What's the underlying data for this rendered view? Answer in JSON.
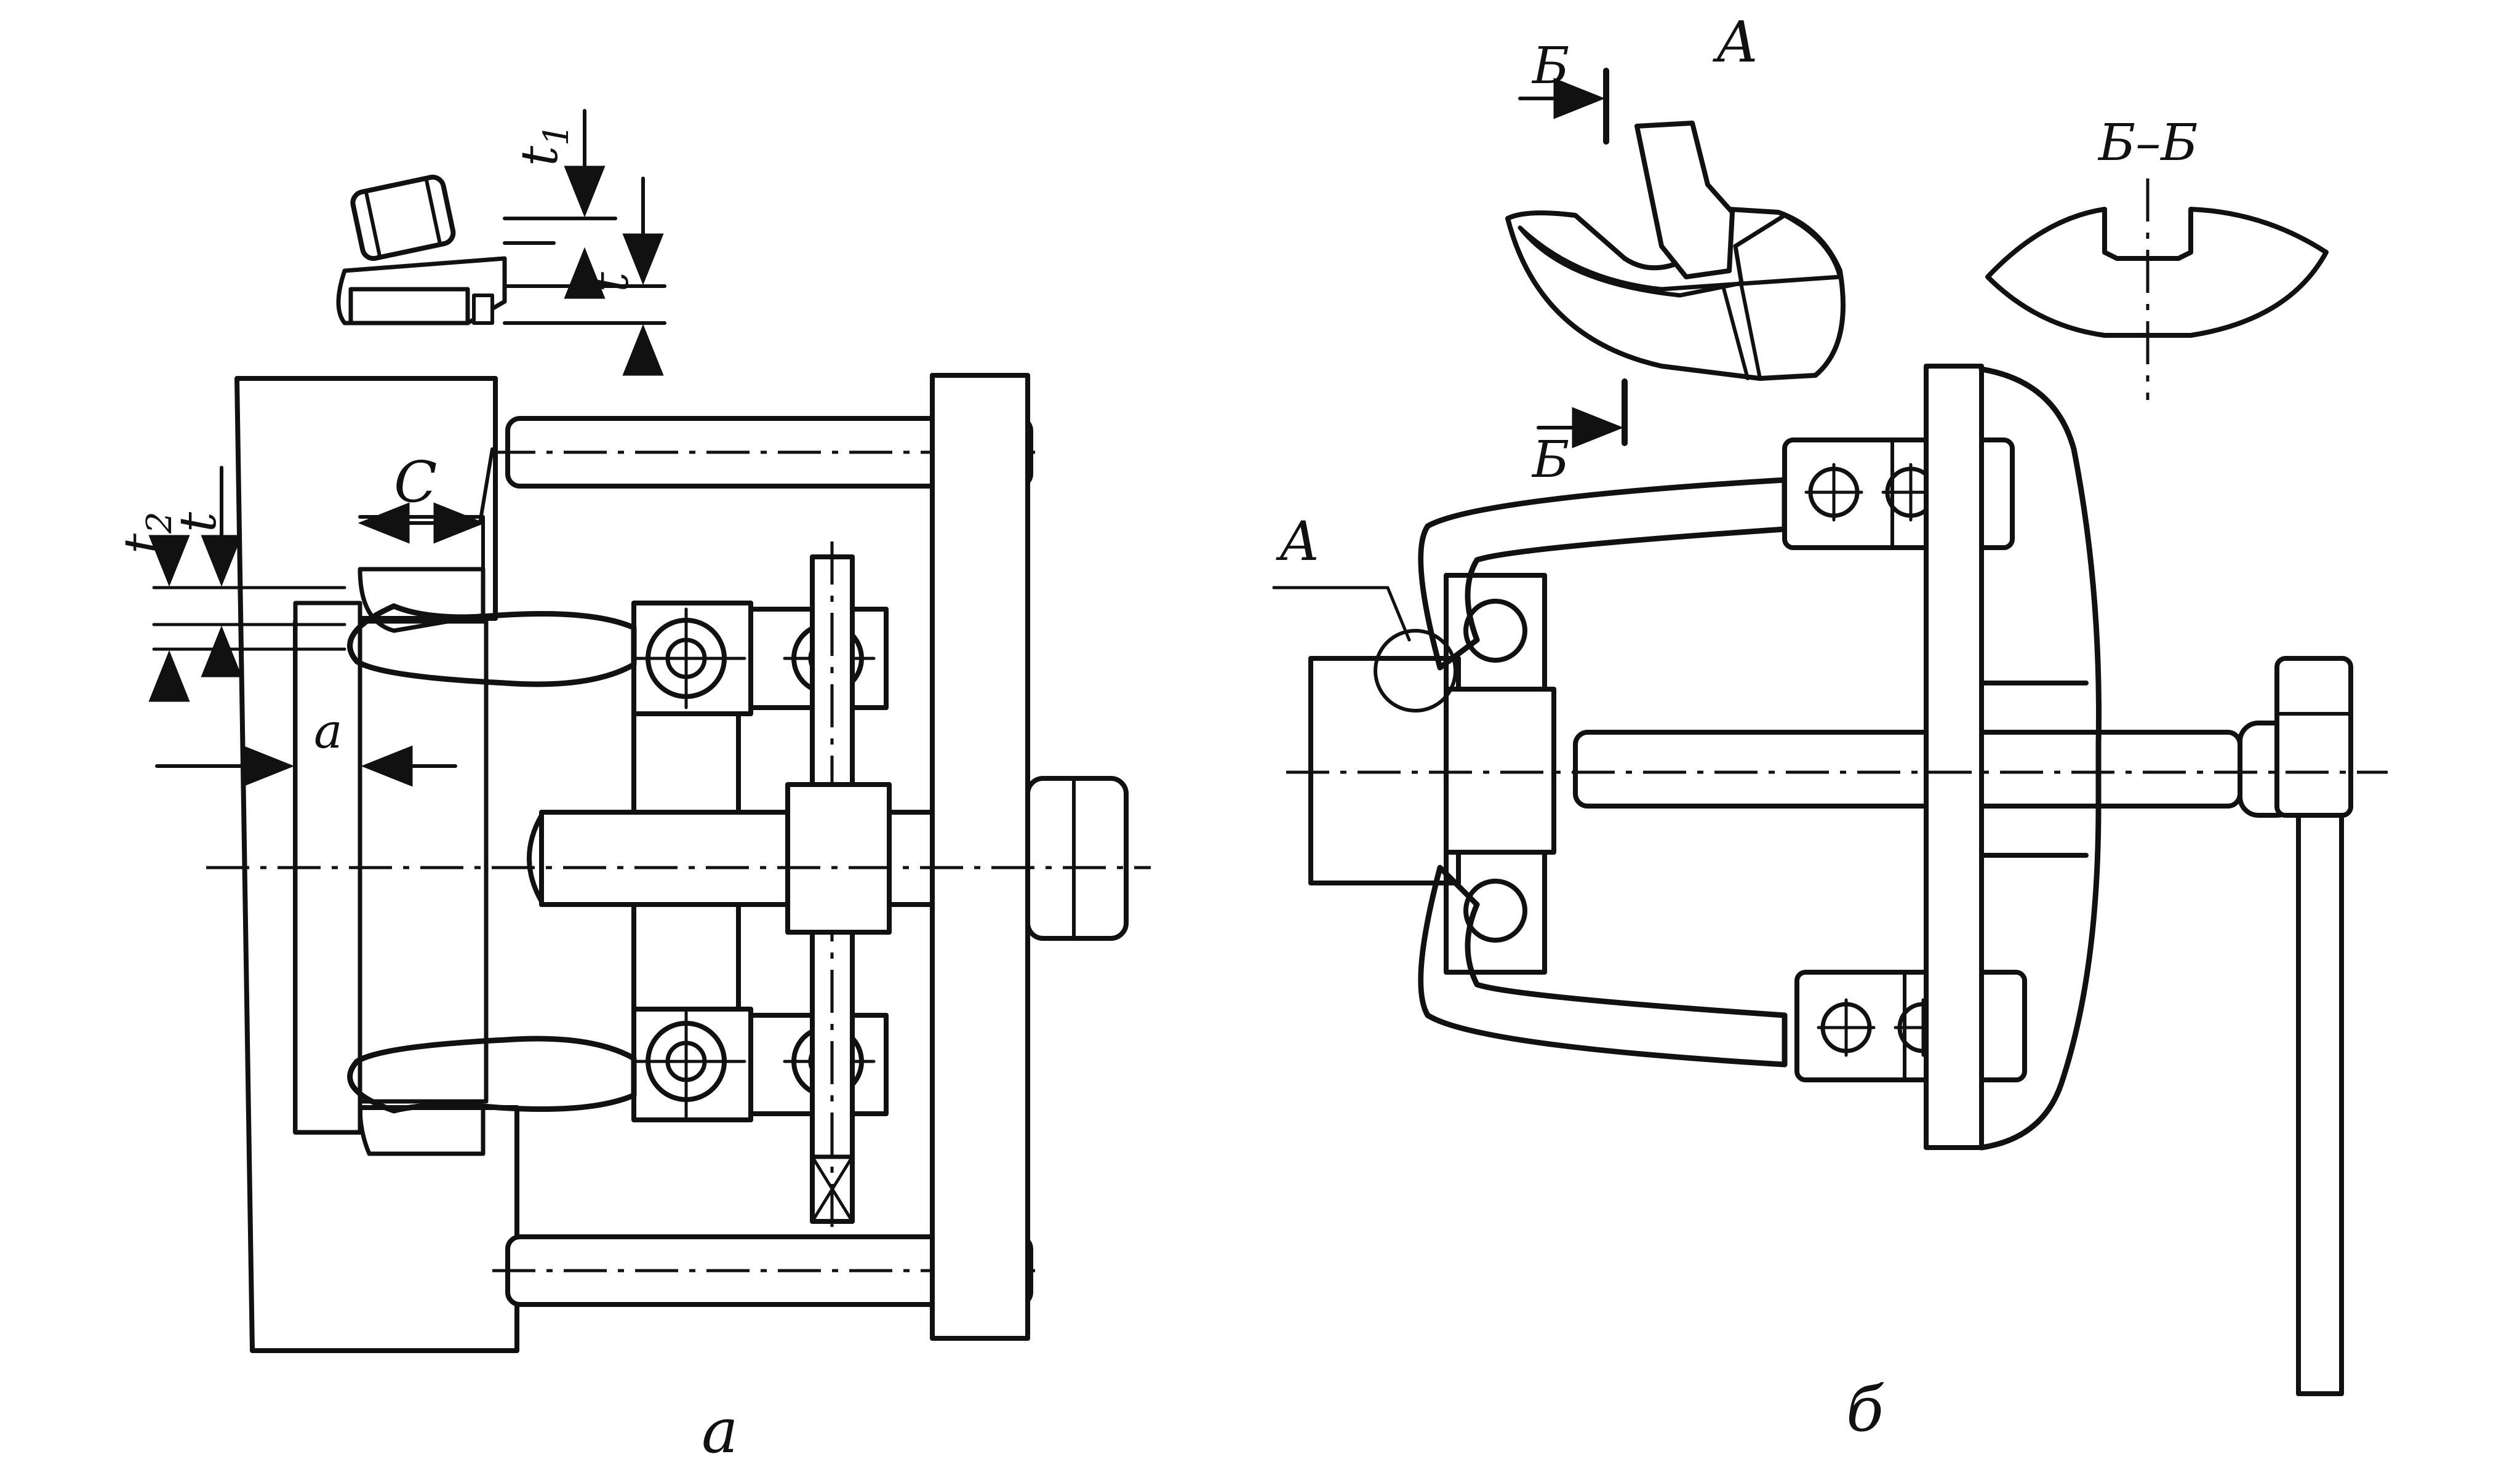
{
  "figure": {
    "panel_a_caption": "a",
    "panel_b_caption": "б",
    "panel_a": {
      "dimensions": {
        "t1": "t",
        "t1_sub": "1",
        "t_upper": "t",
        "t2": "t",
        "t2_sub": "2",
        "t_left": "t",
        "c": "C",
        "a": "a"
      }
    },
    "panel_b": {
      "detail_title": "A",
      "detail_callout": "A",
      "section_title": "Б–Б",
      "cut_mark_top": "Б",
      "cut_mark_bottom": "Б"
    }
  },
  "colors": {
    "ink": "#111111",
    "paper": "#ffffff"
  }
}
